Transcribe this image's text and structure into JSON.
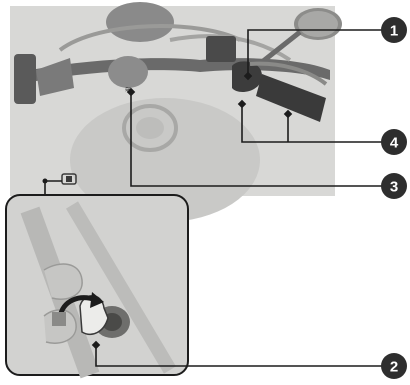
{
  "callouts": [
    {
      "number": "1"
    },
    {
      "number": "2"
    },
    {
      "number": "3"
    },
    {
      "number": "4"
    }
  ],
  "colors": {
    "background": "#ffffff",
    "illustration_bg": "#d8d8d6",
    "illustration_dark": "#3b3b3b",
    "callout_fill": "#2e2e2e",
    "leader_line": "#1c1c1c"
  },
  "icons": {
    "ignition_switch_symbol": "key-ignition-icon",
    "turn_direction": "curved-arrow-icon"
  }
}
